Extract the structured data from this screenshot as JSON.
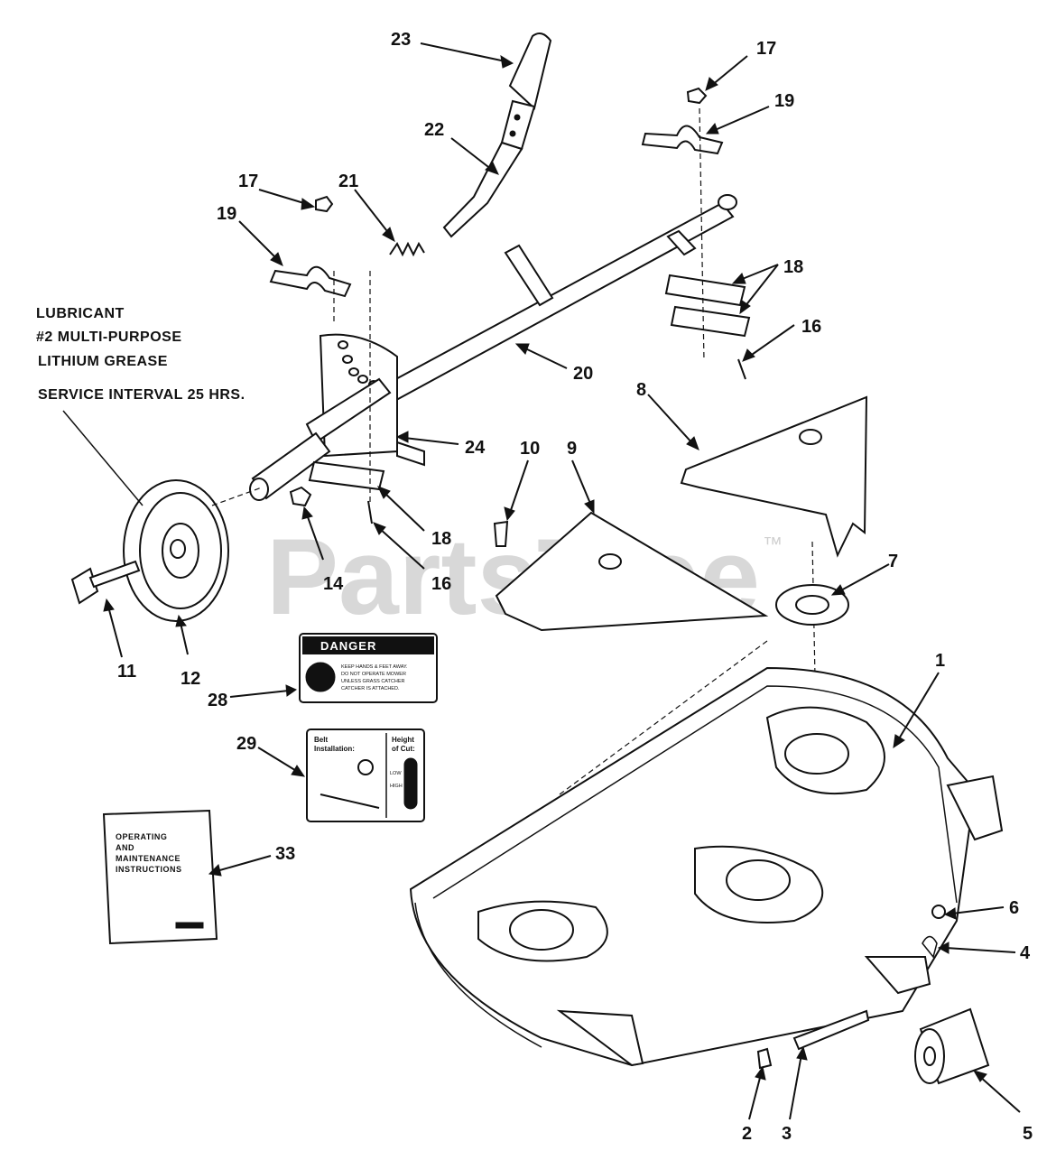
{
  "watermark": {
    "text": "PartsTree",
    "mark": "™"
  },
  "lubricant_note": {
    "lines": [
      "LUBRICANT",
      "#2 MULTI-PURPOSE",
      "LITHIUM GREASE"
    ],
    "service": "SERVICE INTERVAL 25 HRS."
  },
  "danger_decal": {
    "header": "DANGER",
    "text": [
      "KEEP HANDS & FEET AWAY.",
      "DO NOT OPERATE MOWER",
      "UNLESS GRASS CATCHER",
      "CATCHER IS ATTACHED."
    ]
  },
  "belt_decal": {
    "left_title": [
      "Belt",
      "Installation:"
    ],
    "right_title": [
      "Height",
      "of Cut:"
    ],
    "low": "LOW",
    "high": "HIGH"
  },
  "manual": {
    "lines": [
      "OPERATING",
      "AND",
      "MAINTENANCE",
      "INSTRUCTIONS"
    ]
  },
  "callouts": [
    "23",
    "17",
    "19",
    "22",
    "21",
    "17",
    "19",
    "18",
    "16",
    "20",
    "24",
    "8",
    "10",
    "9",
    "7",
    "18",
    "16",
    "14",
    "11",
    "12",
    "28",
    "1",
    "29",
    "33",
    "6",
    "4",
    "2",
    "3",
    "5"
  ]
}
